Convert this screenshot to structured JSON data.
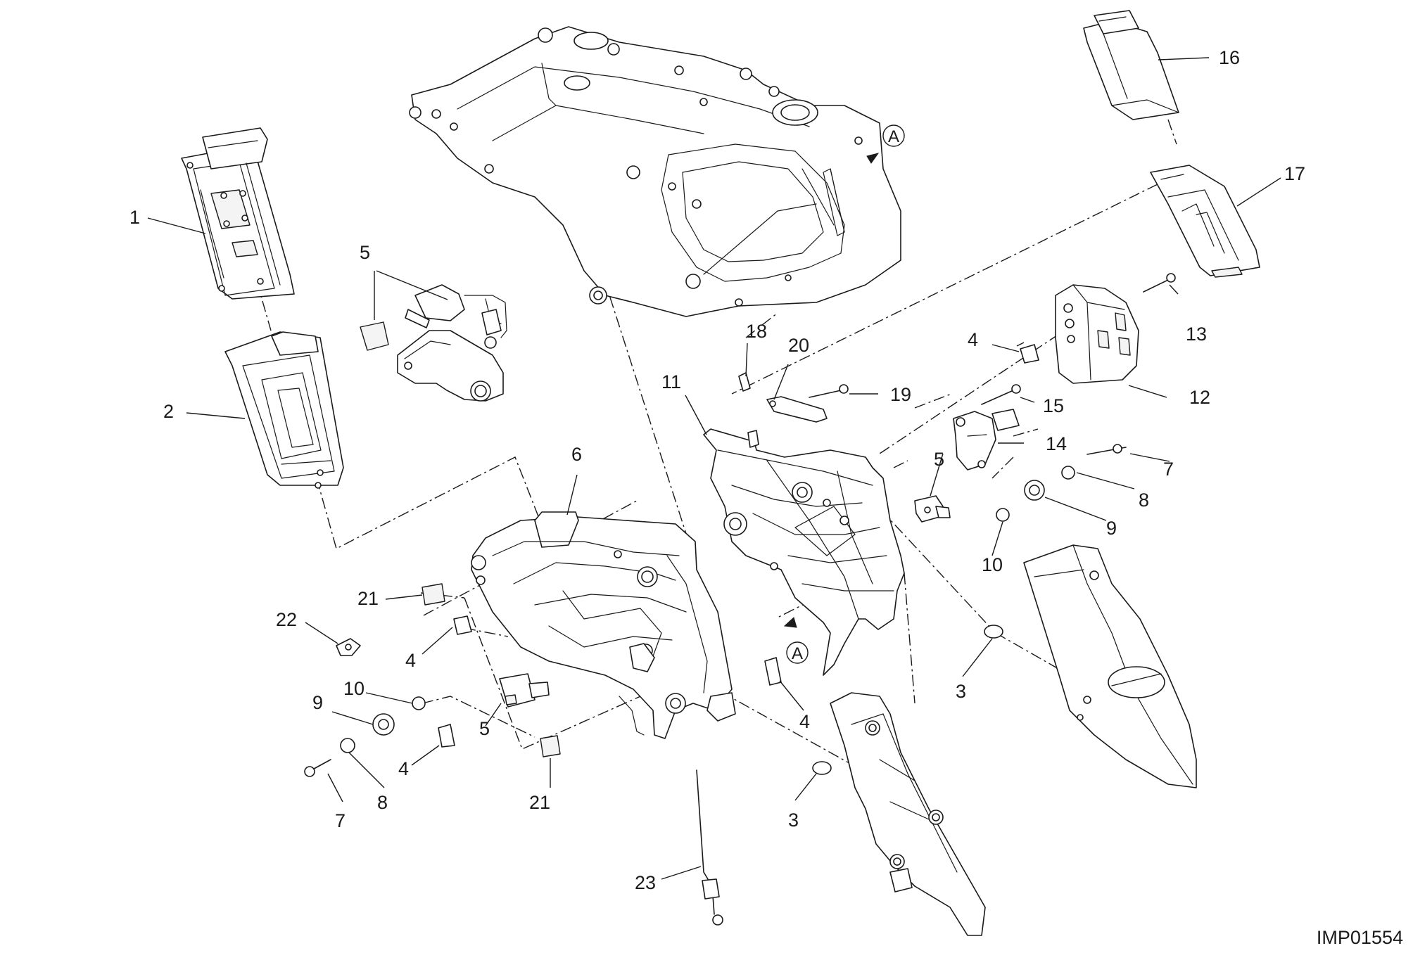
{
  "drawing_code": "IMP01554",
  "section_marker": "A",
  "callouts": [
    "1",
    "2",
    "3",
    "4",
    "5",
    "6",
    "7",
    "8",
    "9",
    "10",
    "11",
    "12",
    "13",
    "14",
    "15",
    "16",
    "17",
    "18",
    "19",
    "20",
    "21",
    "22",
    "23"
  ]
}
